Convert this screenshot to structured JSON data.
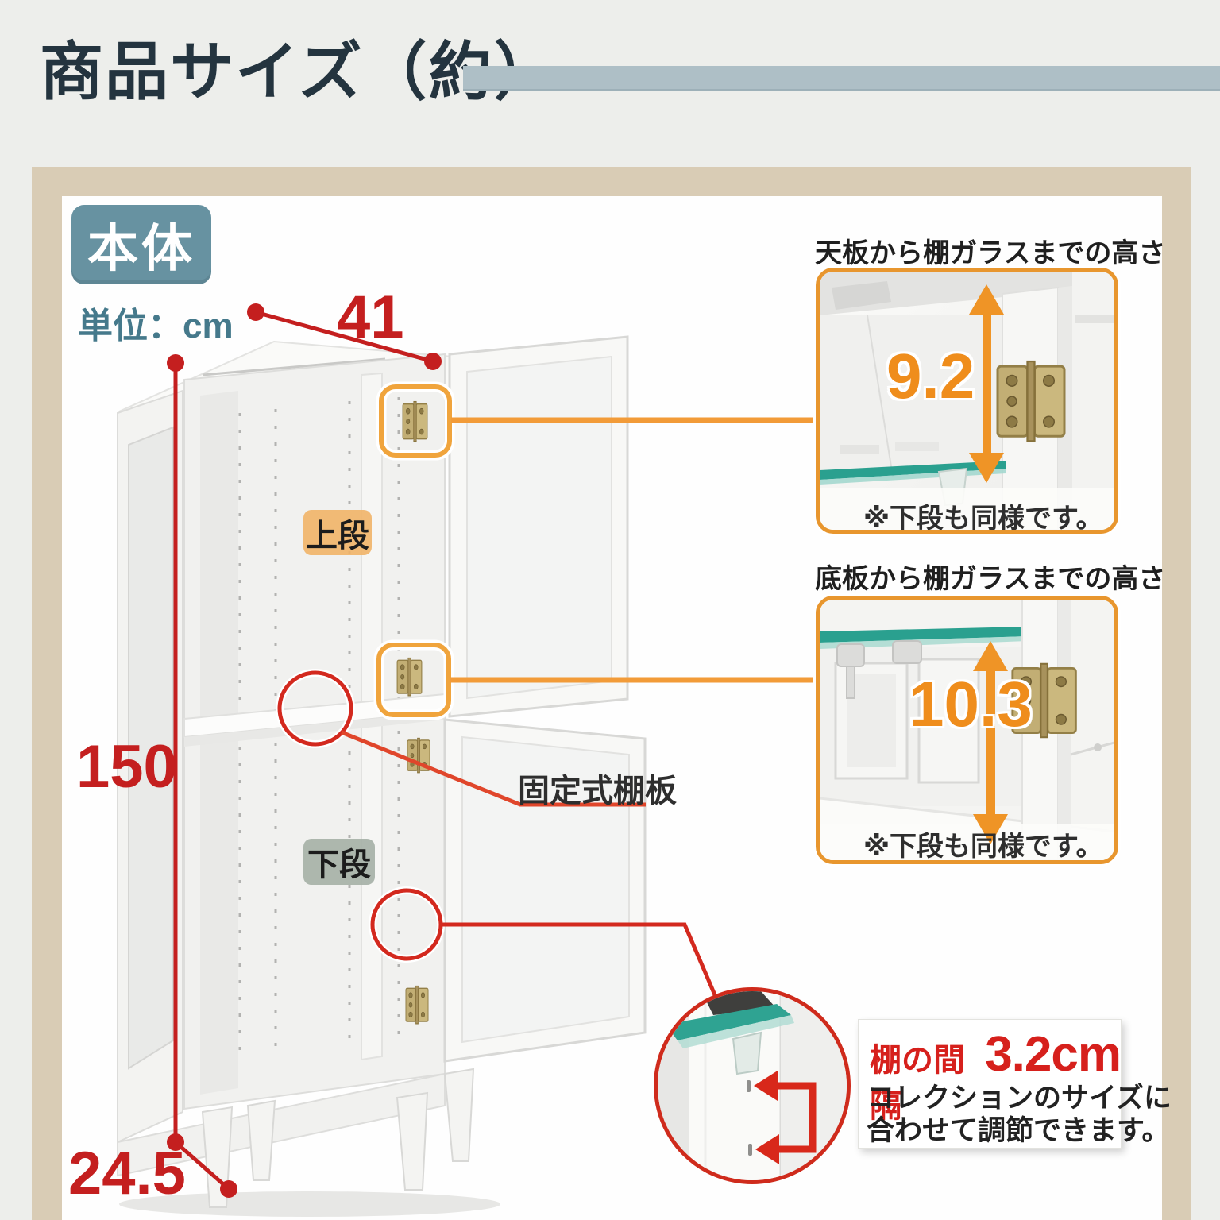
{
  "header": {
    "title": "商品サイズ（約）"
  },
  "main": {
    "badge": "本体",
    "unit_label": "単位：cm",
    "dim_width": "41",
    "dim_height": "150",
    "dim_depth": "24.5",
    "upper_label": "上段",
    "lower_label": "下段",
    "fixed_shelf_label": "固定式棚板"
  },
  "inset_top": {
    "title": "天板から棚ガラスまでの高さ",
    "value": "9.2",
    "note": "※下段も同様です。"
  },
  "inset_bottom": {
    "title": "底板から棚ガラスまでの高さ",
    "value": "10.3",
    "note": "※下段も同様です。"
  },
  "shelf_spacing": {
    "label": "棚の間隔",
    "value": "3.2cm",
    "desc1": "コレクションのサイズに",
    "desc2": "合わせて調節できます。"
  },
  "colors": {
    "accent_red": "#c41f1f",
    "accent_orange": "#ef9426",
    "badge_teal": "#6792a1",
    "title_bar": "#aebfc6",
    "beige_panel": "#d9ccb5",
    "glass_teal": "#2aa08f"
  }
}
